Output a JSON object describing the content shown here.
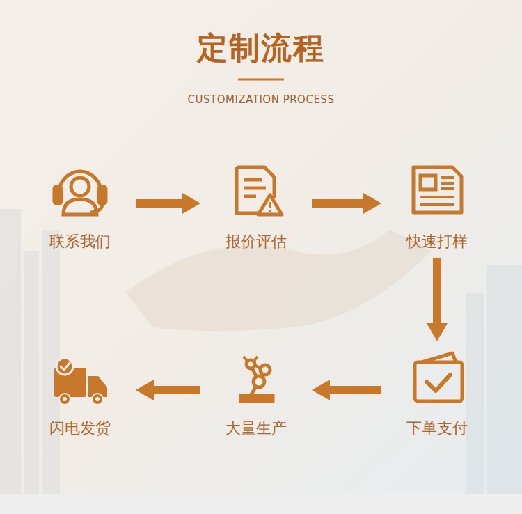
{
  "diagram": {
    "title": "定制流程",
    "nodes": [
      {
        "text": [
          "联系我们"
        ]
      },
      {
        "text": [
          "报价评估"
        ]
      },
      {
        "text": [
          "快速打样"
        ]
      },
      {
        "text": [
          "下单支付"
        ]
      },
      {
        "text": [
          "大量生产"
        ]
      },
      {
        "text": [
          "闪电发货"
        ]
      }
    ],
    "edges": [
      {
        "from": 0,
        "to": 1,
        "arrow": "to"
      },
      {
        "from": 1,
        "to": 2,
        "arrow": "to"
      },
      {
        "from": 2,
        "to": 3,
        "arrow": "to"
      },
      {
        "from": 3,
        "to": 4,
        "arrow": "to"
      },
      {
        "from": 4,
        "to": 5,
        "arrow": "to"
      }
    ],
    "labels": [
      "CUSTOMIZATION PROCESS"
    ]
  }
}
